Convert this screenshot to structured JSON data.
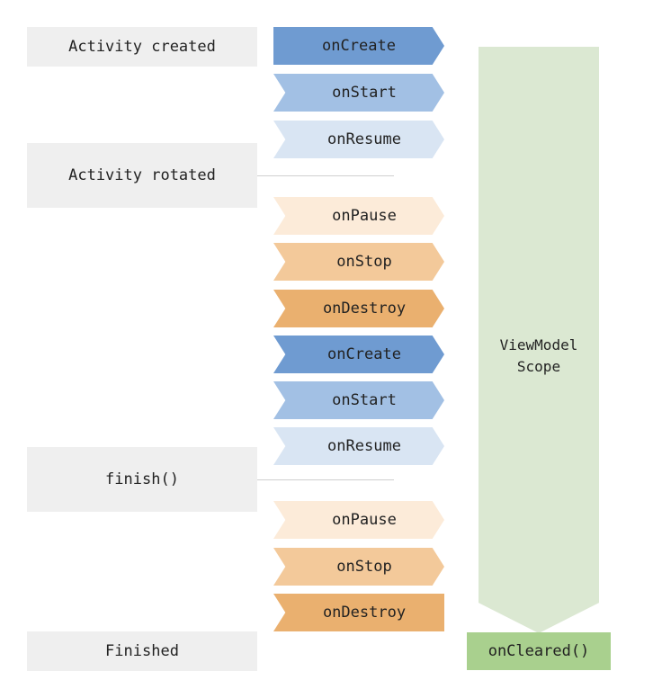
{
  "events": [
    {
      "label": "Activity created"
    },
    {
      "label": "Activity rotated"
    },
    {
      "label": "finish()"
    },
    {
      "label": "Finished"
    }
  ],
  "lifecycle": [
    {
      "label": "onCreate"
    },
    {
      "label": "onStart"
    },
    {
      "label": "onResume"
    },
    {
      "label": "onPause"
    },
    {
      "label": "onStop"
    },
    {
      "label": "onDestroy"
    },
    {
      "label": "onCreate"
    },
    {
      "label": "onStart"
    },
    {
      "label": "onResume"
    },
    {
      "label": "onPause"
    },
    {
      "label": "onStop"
    },
    {
      "label": "onDestroy"
    }
  ],
  "scope": {
    "line1": "ViewModel",
    "line2": "Scope"
  },
  "cleared": {
    "label": "onCleared()"
  },
  "colors": {
    "event_bg": "#efefef",
    "create": "#6f9bd1",
    "start": "#a2c0e4",
    "resume": "#d9e5f3",
    "pause": "#fcebd9",
    "stop": "#f3c99a",
    "destroy": "#eab06f",
    "scope_bg": "#dbe8d2",
    "cleared_bg": "#a9d08e"
  }
}
